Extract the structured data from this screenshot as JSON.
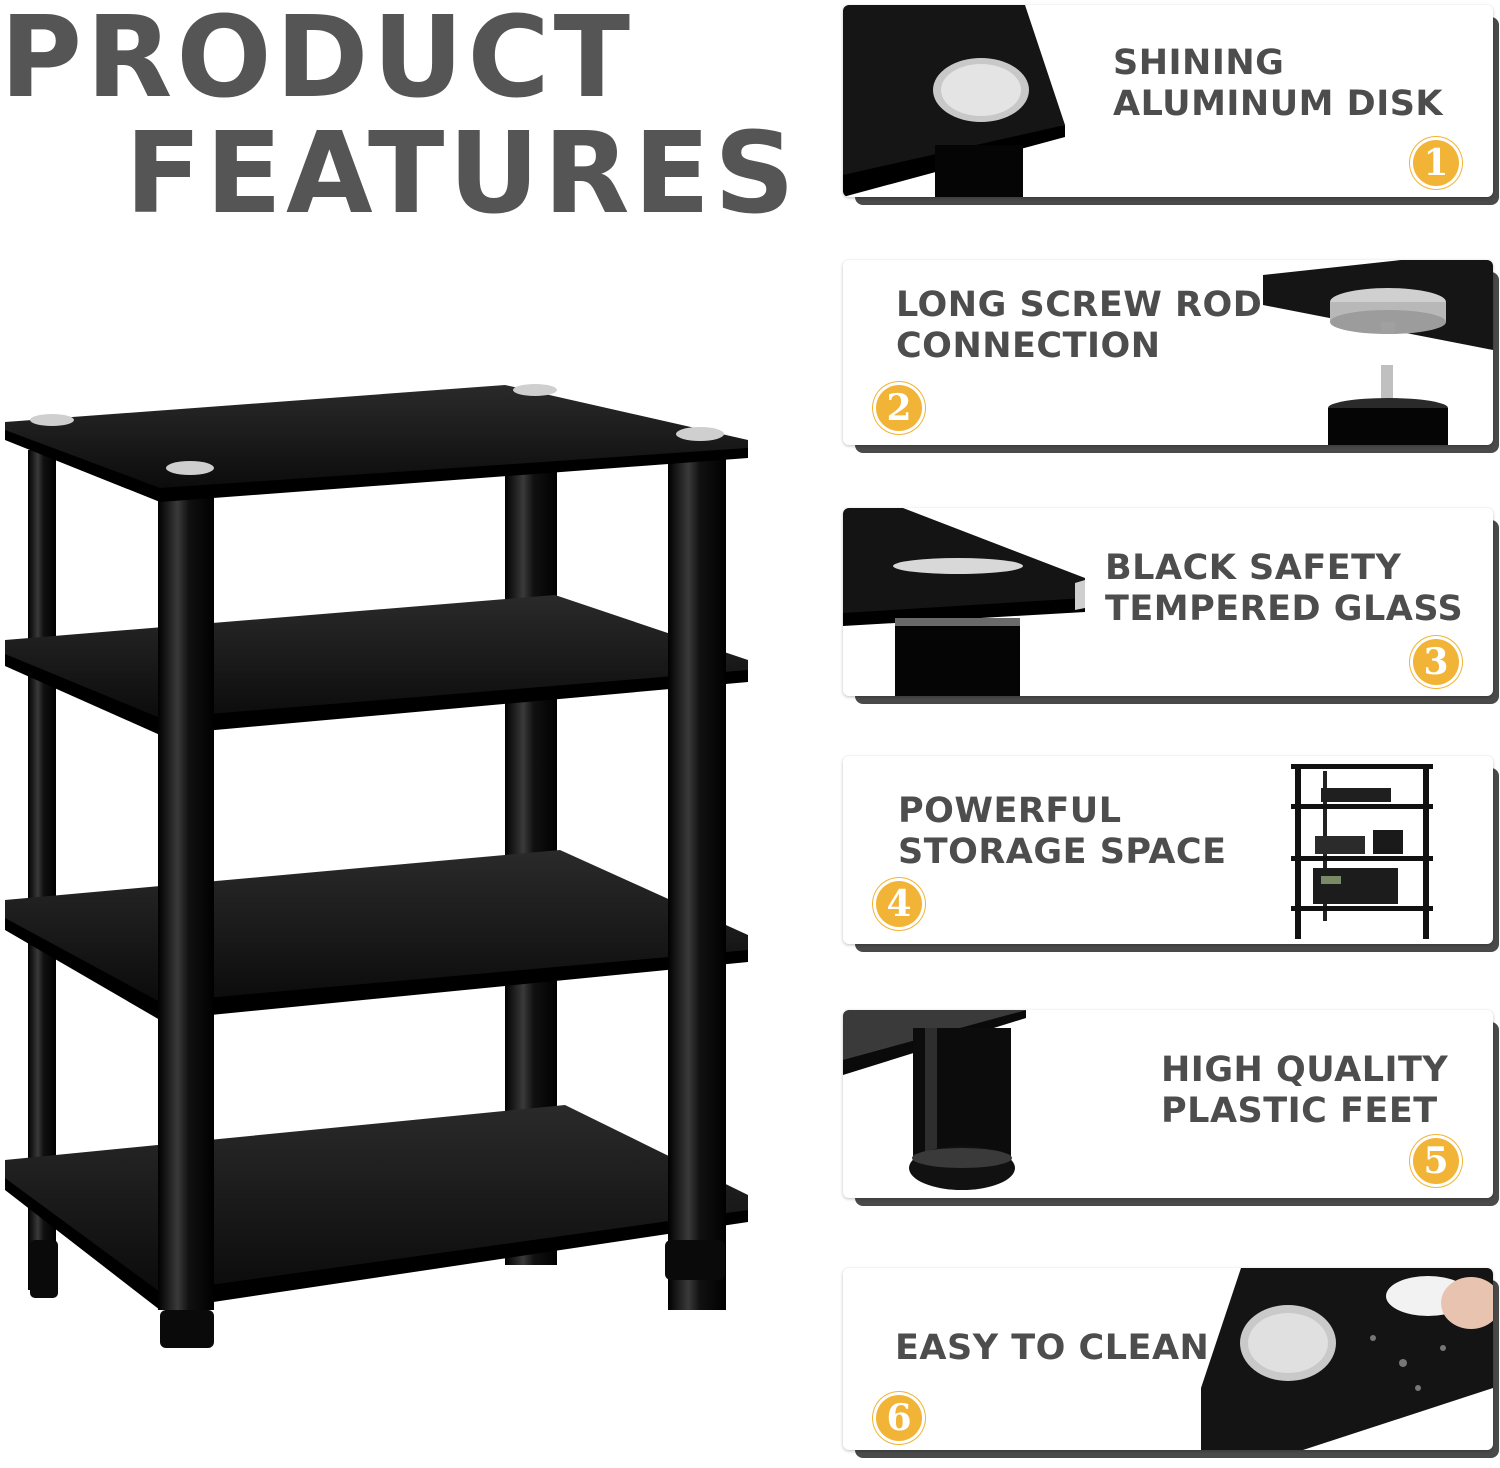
{
  "title": {
    "line1": "PRODUCT",
    "line2": "FEATURES"
  },
  "colors": {
    "title": "#555555",
    "text": "#4d4d4d",
    "badge": "#f1b437",
    "glass": "#111111"
  },
  "features": [
    {
      "number": "1",
      "lines": [
        "SHINING",
        "ALUMINUM DISK"
      ]
    },
    {
      "number": "2",
      "lines": [
        "LONG SCREW ROD",
        "CONNECTION"
      ]
    },
    {
      "number": "3",
      "lines": [
        "BLACK SAFETY",
        "TEMPERED GLASS"
      ]
    },
    {
      "number": "4",
      "lines": [
        "POWERFUL",
        "STORAGE SPACE"
      ]
    },
    {
      "number": "5",
      "lines": [
        "HIGH QUALITY",
        "PLASTIC FEET"
      ]
    },
    {
      "number": "6",
      "lines": [
        "EASY TO CLEAN"
      ]
    }
  ]
}
